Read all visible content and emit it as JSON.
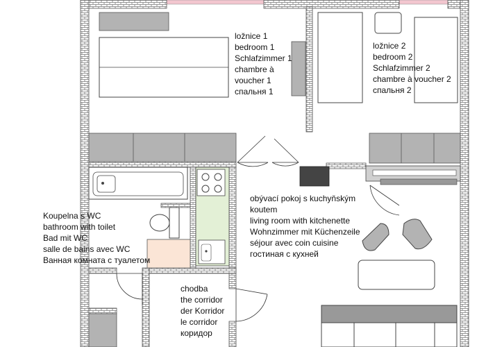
{
  "rooms": {
    "bedroom1": {
      "lines": [
        "ložnice 1",
        "bedroom 1",
        "Schlafzimmer 1",
        "chambre à",
        "voucher 1",
        "спальня 1"
      ]
    },
    "bedroom2": {
      "lines": [
        "ložnice 2",
        "bedroom 2",
        "Schlafzimmer 2",
        "chambre à voucher 2",
        "спальня 2"
      ]
    },
    "living": {
      "lines": [
        "obývací pokoj s kuchyňským",
        "koutem",
        "living room with kitchenette",
        "Wohnzimmer mit Küchenzeile",
        "séjour avec coin cuisine",
        "гостиная с кухней"
      ]
    },
    "bathroom": {
      "lines": [
        "Koupelna s WC",
        "bathroom with toilet",
        "Bad mit WC",
        "salle de bains avec WC",
        "Ванная комната с туалетом"
      ]
    },
    "corridor": {
      "lines": [
        "chodba",
        "the corridor",
        "der Korridor",
        "le corridor",
        "коридор"
      ]
    }
  },
  "colors": {
    "wall_fill": "#ffffff",
    "wall_brick": "#777777",
    "furniture": "#b3b3b3",
    "furniture_dark": "#999999",
    "stove": "#444444",
    "kitchen_counter": "#e3f0d6",
    "bath_cabinet": "#fbe5d6",
    "window_pink": "#f3c6cf",
    "line": "#333333"
  }
}
